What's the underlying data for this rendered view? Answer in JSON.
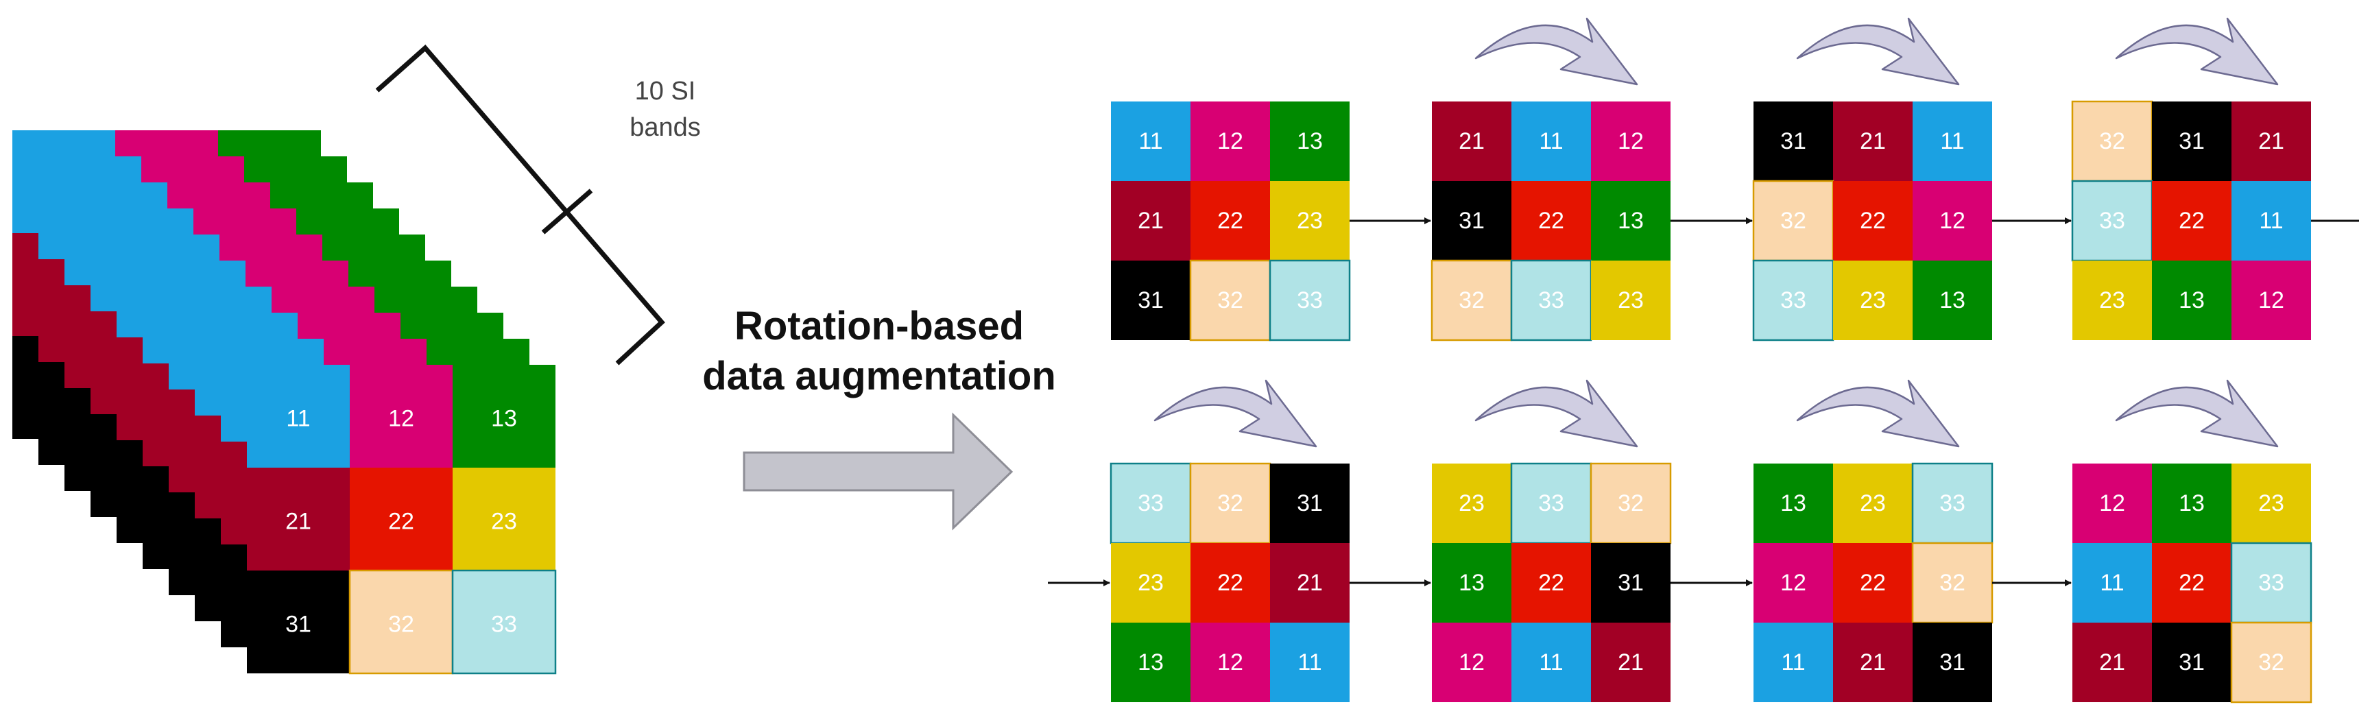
{
  "colors": {
    "11": "#1ba1e2",
    "12": "#d80073",
    "13": "#008a00",
    "21": "#a20025",
    "22": "#e51400",
    "23": "#e3c800",
    "31": "#000000",
    "32": "#fad7ac",
    "33": "#b0e3e6",
    "curved_arrow": "#d0cee2",
    "block_arrow": "#c4c4cc"
  },
  "light_cells": [
    "32",
    "33"
  ],
  "stack": {
    "bands_label_line1": "10 SI",
    "bands_label_line2": "bands",
    "layer_count": 10,
    "front_grid": [
      [
        "11",
        "12",
        "13"
      ],
      [
        "21",
        "22",
        "23"
      ],
      [
        "31",
        "32",
        "33"
      ]
    ]
  },
  "title": {
    "line1": "Rotation-based",
    "line2": "data augmentation"
  },
  "rows": [
    [
      [
        [
          "11",
          "12",
          "13"
        ],
        [
          "21",
          "22",
          "23"
        ],
        [
          "31",
          "32",
          "33"
        ]
      ],
      [
        [
          "21",
          "11",
          "12"
        ],
        [
          "31",
          "22",
          "13"
        ],
        [
          "32",
          "33",
          "23"
        ]
      ],
      [
        [
          "31",
          "21",
          "11"
        ],
        [
          "32",
          "22",
          "12"
        ],
        [
          "33",
          "23",
          "13"
        ]
      ],
      [
        [
          "32",
          "31",
          "21"
        ],
        [
          "33",
          "22",
          "11"
        ],
        [
          "23",
          "13",
          "12"
        ]
      ]
    ],
    [
      [
        [
          "33",
          "32",
          "31"
        ],
        [
          "23",
          "22",
          "21"
        ],
        [
          "13",
          "12",
          "11"
        ]
      ],
      [
        [
          "23",
          "33",
          "32"
        ],
        [
          "13",
          "22",
          "31"
        ],
        [
          "12",
          "11",
          "21"
        ]
      ],
      [
        [
          "13",
          "23",
          "33"
        ],
        [
          "12",
          "22",
          "32"
        ],
        [
          "11",
          "21",
          "31"
        ]
      ],
      [
        [
          "12",
          "13",
          "23"
        ],
        [
          "11",
          "22",
          "33"
        ],
        [
          "21",
          "31",
          "32"
        ]
      ]
    ]
  ]
}
